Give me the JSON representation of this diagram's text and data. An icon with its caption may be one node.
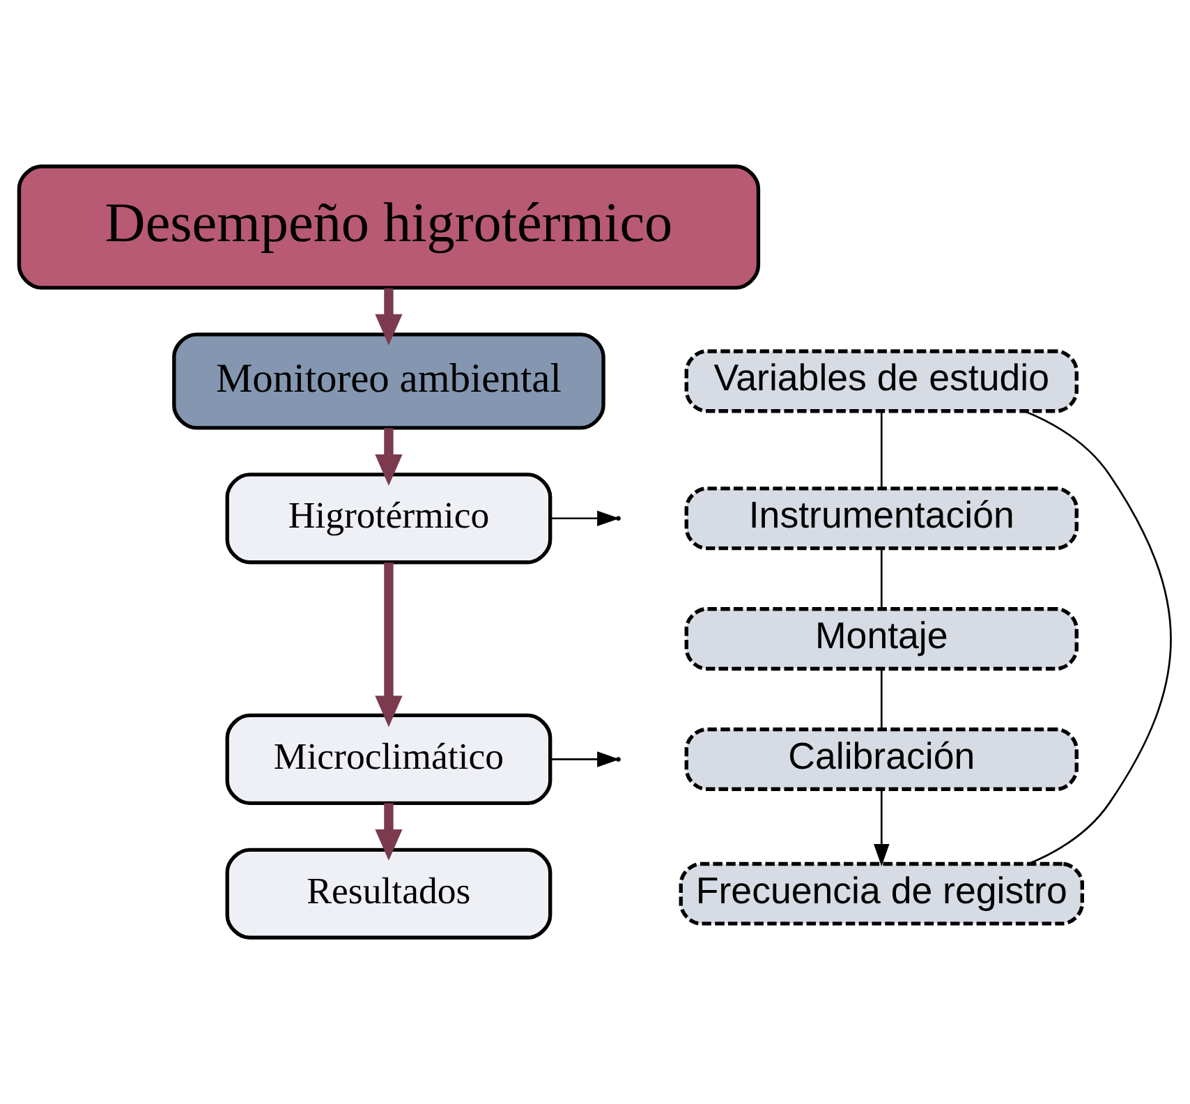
{
  "diagram": {
    "nodes": [
      {
        "text": [
          "Desempeño higrotérmico"
        ]
      },
      {
        "text": [
          "Monitoreo ambiental"
        ]
      },
      {
        "text": [
          "Higrotérmico"
        ]
      },
      {
        "text": [
          "Microclimático"
        ]
      },
      {
        "text": [
          "Resultados"
        ]
      },
      {
        "text": [
          "Variables de estudio"
        ]
      },
      {
        "text": [
          "Instrumentación"
        ]
      },
      {
        "text": [
          "Montaje"
        ]
      },
      {
        "text": [
          "Calibración"
        ]
      },
      {
        "text": [
          "Frecuencia de registro"
        ]
      }
    ],
    "edges": [
      {
        "from": 0,
        "to": 1,
        "arrow": "to",
        "style": "thick",
        "color": "#7b3a4e"
      },
      {
        "from": 1,
        "to": 2,
        "arrow": "to",
        "style": "thick",
        "color": "#7b3a4e"
      },
      {
        "from": 2,
        "to": 3,
        "arrow": "to",
        "style": "thick",
        "color": "#7b3a4e"
      },
      {
        "from": 3,
        "to": 4,
        "arrow": "to",
        "style": "thick",
        "color": "#7b3a4e"
      },
      {
        "from": 2,
        "to": null,
        "arrow": "to"
      },
      {
        "from": 3,
        "to": null,
        "arrow": "to"
      },
      {
        "from": 5,
        "to": 9,
        "arrow": "none"
      },
      {
        "from": 5,
        "to": 6,
        "arrow": "none"
      },
      {
        "from": 6,
        "to": 7,
        "arrow": "none"
      },
      {
        "from": 7,
        "to": 8,
        "arrow": "none"
      },
      {
        "from": 8,
        "to": 9,
        "arrow": "to"
      }
    ]
  }
}
